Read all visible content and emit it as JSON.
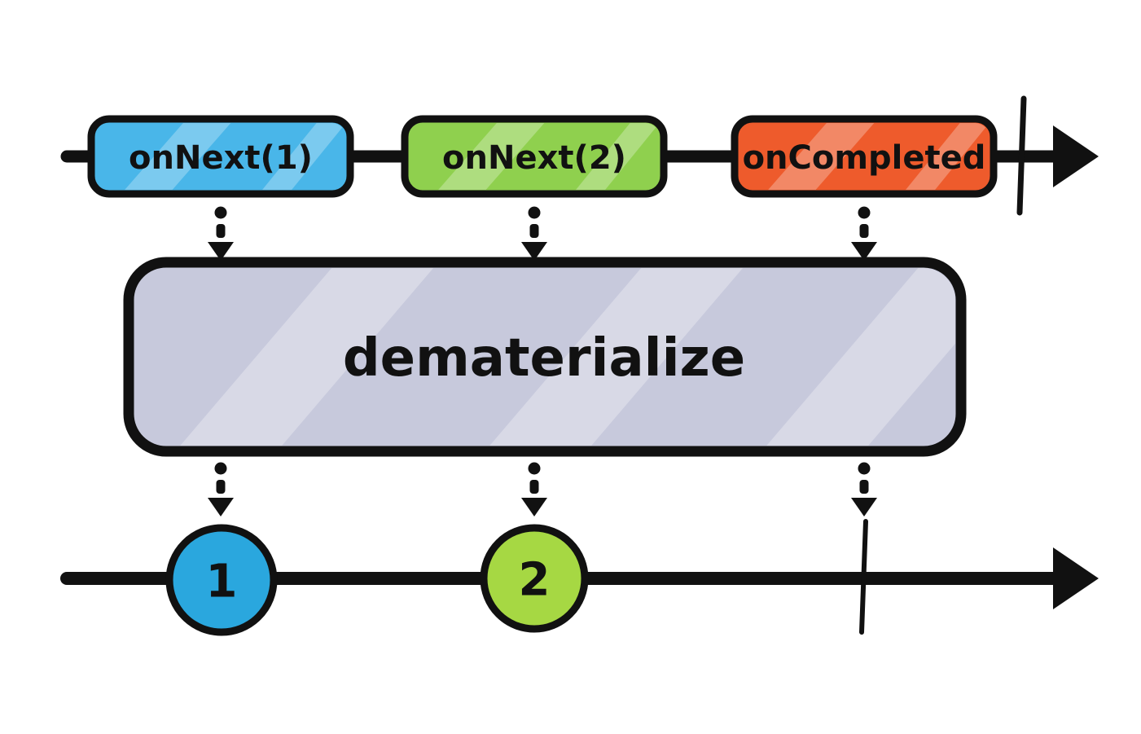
{
  "diagram": {
    "operator": {
      "label": "dematerialize",
      "fill": "#c7c9dc",
      "stroke": "#111111"
    },
    "input_timeline": {
      "events": [
        {
          "label": "onNext(1)",
          "fill": "#49b6e9"
        },
        {
          "label": "onNext(2)",
          "fill": "#8fd04e"
        },
        {
          "label": "onCompleted",
          "fill": "#ee5b2c"
        }
      ]
    },
    "output_timeline": {
      "events": [
        {
          "label": "1",
          "fill": "#2aa7de"
        },
        {
          "label": "2",
          "fill": "#a6d843"
        }
      ]
    },
    "colors": {
      "line": "#111111",
      "highlight": "#ffffff"
    }
  }
}
